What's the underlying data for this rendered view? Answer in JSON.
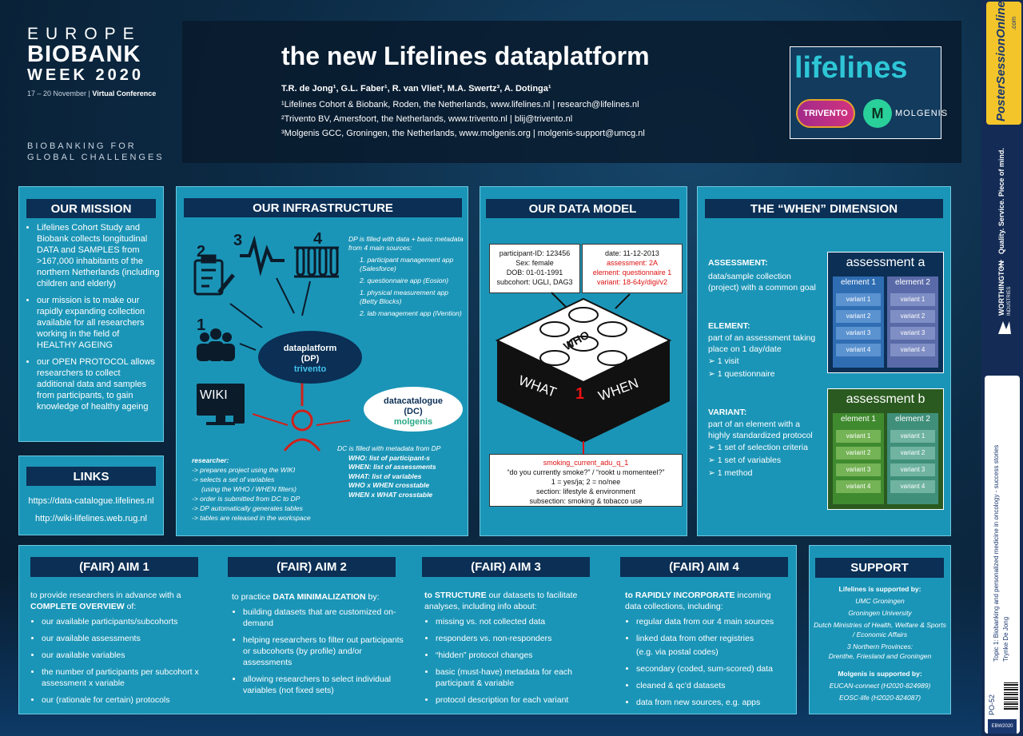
{
  "event": {
    "line1": "EUROPE",
    "line2": "BIOBANK",
    "line3": "WEEK 2020",
    "dates": "17 – 20 November",
    "conference": "Virtual Conference",
    "tagline1": "BIOBANKING FOR",
    "tagline2": "GLOBAL CHALLENGES"
  },
  "header": {
    "title": "the new Lifelines dataplatform",
    "authors": "T.R. de Jong¹, G.L. Faber¹, R. van Vliet², M.A. Swertz³, A. Dotinga¹",
    "aff1": "¹Lifelines Cohort & Biobank, Roden, the Netherlands, www.lifelines.nl | research@lifelines.nl",
    "aff2": "²Trivento BV, Amersfoort, the Netherlands, www.trivento.nl | blij@trivento.nl",
    "aff3": "³Molgenis GCC, Groningen, the Netherlands, www.molgenis.org | molgenis-support@umcg.nl",
    "logo_lifelines": "lifelines",
    "logo_trivento": "TRIVENTO",
    "logo_molgenis": "MOLGENIS",
    "logo_molgenis_mark": "M"
  },
  "mission": {
    "title": "OUR MISSION",
    "b1": "Lifelines Cohort Study and Biobank collects longitudinal DATA and SAMPLES from >167,000 inhabitants of the northern Netherlands (including children and elderly)",
    "b2": "our mission is to make our rapidly expanding collection available for all researchers working in the field of HEALTHY AGEING",
    "b3": "our OPEN PROTOCOL allows researchers to collect additional data and samples from participants, to gain knowledge of healthy ageing"
  },
  "links": {
    "title": "LINKS",
    "l1": "https://data-catalogue.lifelines.nl",
    "l2": "http://wiki-lifelines.web.rug.nl"
  },
  "infra": {
    "title": "OUR  INFRASTRUCTURE",
    "n1": "1",
    "n2": "2",
    "n3": "3",
    "n4": "4",
    "dp_l1": "dataplatform",
    "dp_l2": "(DP)",
    "dp_l3": "trivento",
    "dc_l1": "datacatalogue",
    "dc_l2": "(DC)",
    "dc_l3": "molgenis",
    "wiki": "WIKI",
    "dp_fill_title": "DP is filled with data + basic metadata from 4 main sources:",
    "dp_src1": "participant management app (Salesforce)",
    "dp_src2": "questionnaire app (Eosion)",
    "dp_src3": "physical measurement app (Betty Blocks)",
    "dp_src4": "lab management app (iVention)",
    "dc_fill_title": "DC is filled with metadata from DP",
    "dc_items": [
      "WHO: list of participant-s",
      "WHEN: list of assessments",
      "WHAT: list of variables",
      "WHO x WHEN crosstable",
      "WHEN x WHAT crosstable"
    ],
    "researcher_title": "researcher:",
    "researcher_steps": [
      "-> prepares project using the WIKI",
      "-> selects a set of variables",
      "(using the WHO / WHEN filters)",
      "-> order is submitted from DC to DP",
      "-> DP automatically generates tables",
      "-> tables are released in the workspace"
    ]
  },
  "model": {
    "title": "OUR DATA MODEL",
    "who_box": [
      "participant-ID: 123456",
      "Sex: female",
      "DOB: 01-01-1991",
      "subcohort: UGLI, DAG3"
    ],
    "when_date": "date: 11-12-2013",
    "when_assessment": "assessment: 2A",
    "when_element": "element: questionnaire 1",
    "when_variant": "variant: 18-64y/digi/v2",
    "who": "WHO",
    "what": "WHAT",
    "when": "WHEN",
    "one": "1",
    "var_name": "smoking_current_adu_q_1",
    "var_lines": [
      "“do you currently smoke?” / “rookt u momenteel?”",
      "1 = yes/ja; 2 = no/nee",
      "section: lifestyle & environment",
      "subsection: smoking & tobacco use"
    ]
  },
  "when_dim": {
    "title": "THE “WHEN” DIMENSION",
    "assessment_label": "ASSESSMENT",
    "assessment_text": "data/sample collection (project) with a common goal",
    "element_label": "ELEMENT:",
    "element_text": "part of an assessment taking place on 1 day/date",
    "element_b1": "1 visit",
    "element_b2": "1 questionnaire",
    "variant_label": "VARIANT:",
    "variant_text": "part of an element with a highly standardized protocol",
    "variant_b1": "1 set of selection criteria",
    "variant_b2": "1 set of variables",
    "variant_b3": "1 method",
    "asmt_a": "assessment a",
    "asmt_b": "assessment b",
    "element1": "element 1",
    "element2": "element 2",
    "variants": [
      "variant 1",
      "variant 2",
      "variant 3",
      "variant 4"
    ]
  },
  "aim1": {
    "title": "(FAIR) AIM 1",
    "intro": "to provide researchers in advance with a",
    "intro_bold": "COMPLETE OVERVIEW",
    "intro_end": " of:",
    "items": [
      "our available participants/subcohorts",
      "our available assessments",
      "our available variables",
      "the number of participants per subcohort x assessment x variable",
      "our (rationale for certain) protocols"
    ]
  },
  "aim2": {
    "title": "(FAIR) AIM 2",
    "intro": "to practice ",
    "intro_bold": "DATA MINIMALIZATION",
    "intro_end": " by:",
    "items": [
      "building datasets that are customized on-demand",
      "helping researchers to filter out participants or subcohorts (by profile) and/or assessments",
      "allowing researchers to select individual variables (not  fixed sets)"
    ]
  },
  "aim3": {
    "title": "(FAIR) AIM 3",
    "intro_bold": "to STRUCTURE",
    "intro_end": " our datasets to facilitate analyses, including info about:",
    "items": [
      "missing vs. not collected data",
      "responders vs. non-responders",
      "“hidden” protocol changes",
      "basic (must-have) metadata for each participant & variable",
      "protocol description for each variant"
    ]
  },
  "aim4": {
    "title": "(FAIR) AIM 4",
    "intro_bold": "to RAPIDLY INCORPORATE",
    "intro_end": " incoming data collections, including:",
    "items": [
      "regular data from our 4 main sources",
      "linked data from other registries",
      "secondary (coded, sum-scored) data",
      "cleaned & qc’d datasets",
      "data from new sources, e.g. apps"
    ],
    "sub": "(e.g. via postal codes)"
  },
  "support": {
    "title": "SUPPORT",
    "h1": "Lifelines is supported by:",
    "lines1": [
      "UMC Groningen",
      "Groningen University",
      "Dutch Ministries of Health, Welfare & Sports / Economic Affairs",
      "3 Northern Provinces:",
      "Drenthe, Friesland and Groningen"
    ],
    "h2": "Molgenis is supported by:",
    "lines2": [
      "EUCAN-connect (H2020-824989)",
      "EOSC-life (H2020-824087)"
    ]
  },
  "strip": {
    "poster_logo": "PosterSessionOnline",
    "dotcom": ".com",
    "quality": "Quality. Service. Piece of mind.",
    "worthington": "WORTHINGTON",
    "industries": "INDUSTRIES",
    "topic": "Topic 1: Biobanking and personalized medicine in oncology - success stories",
    "author": "Trynke De Jong",
    "code": "PO-52",
    "serial": "EBW2020"
  },
  "colors": {
    "panel": "#1b95b7",
    "header_bar": "#0b2f55",
    "assessment_a": "#2f6db3",
    "assessment_b": "#3f8a2e",
    "strip": "#142c55"
  }
}
